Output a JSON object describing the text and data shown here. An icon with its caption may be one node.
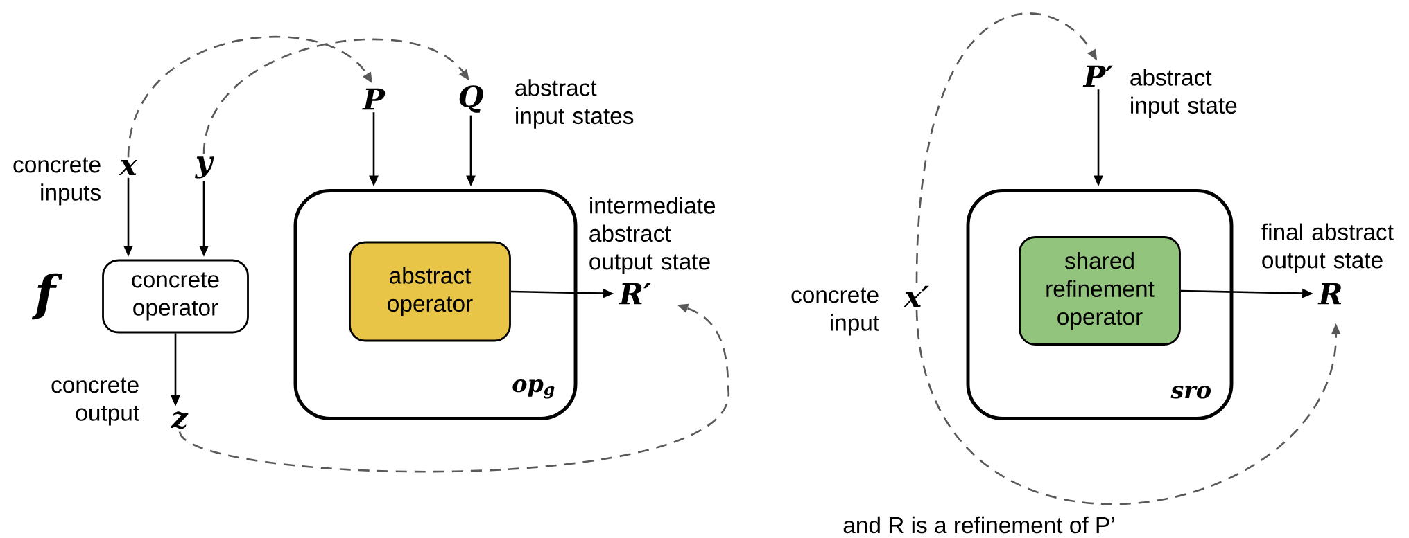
{
  "diagram": {
    "nodes": [
      {
        "text": [
          "x"
        ],
        "beside": [
          "concrete inputs"
        ]
      },
      {
        "text": [
          "y"
        ]
      },
      {
        "text": [
          "concrete operator"
        ]
      },
      {
        "text": [
          "z"
        ],
        "beside": [
          "concrete output"
        ]
      },
      {
        "text": [
          "P"
        ]
      },
      {
        "text": [
          "Q"
        ],
        "beside": [
          "abstract input states"
        ]
      },
      {
        "text": [
          "op$_{g}$"
        ]
      },
      {
        "text": [
          "abstract operator"
        ],
        "in": 6
      },
      {
        "text": [
          "R′"
        ],
        "beside": [
          "intermediate abstract output state"
        ]
      },
      {
        "text": [
          "P′"
        ],
        "beside": [
          "abstract input state"
        ]
      },
      {
        "text": [
          "x′"
        ],
        "beside": [
          "concrete input"
        ]
      },
      {
        "text": [
          "sro"
        ]
      },
      {
        "text": [
          "shared refinement operator"
        ],
        "in": 11
      },
      {
        "text": [
          "R"
        ],
        "beside": [
          "final abstract output state"
        ]
      }
    ],
    "edges": [
      {
        "from": 0,
        "to": 2,
        "arrow": "to"
      },
      {
        "from": 1,
        "to": 2,
        "arrow": "to"
      },
      {
        "from": 2,
        "to": 3,
        "arrow": "to"
      },
      {
        "from": 4,
        "to": 6,
        "arrow": "to"
      },
      {
        "from": 5,
        "to": 6,
        "arrow": "to"
      },
      {
        "from": 7,
        "to": 8,
        "arrow": "to"
      },
      {
        "from": 0,
        "to": 4,
        "arrow": "to",
        "style": "dashed",
        "color": "#595959"
      },
      {
        "from": 1,
        "to": 5,
        "arrow": "to",
        "style": "dashed",
        "color": "#595959"
      },
      {
        "from": 3,
        "to": 8,
        "arrow": "to",
        "style": "dashed",
        "color": "#595959"
      },
      {
        "from": 9,
        "to": 11,
        "arrow": "to"
      },
      {
        "from": 12,
        "to": 13,
        "arrow": "to"
      },
      {
        "from": 10,
        "to": 9,
        "arrow": "to",
        "style": "dashed",
        "color": "#595959"
      },
      {
        "from": 10,
        "to": 13,
        "arrow": "to",
        "style": "dashed",
        "color": "#595959"
      }
    ],
    "labels": [
      "f",
      "and R is a refinement of P’"
    ]
  }
}
